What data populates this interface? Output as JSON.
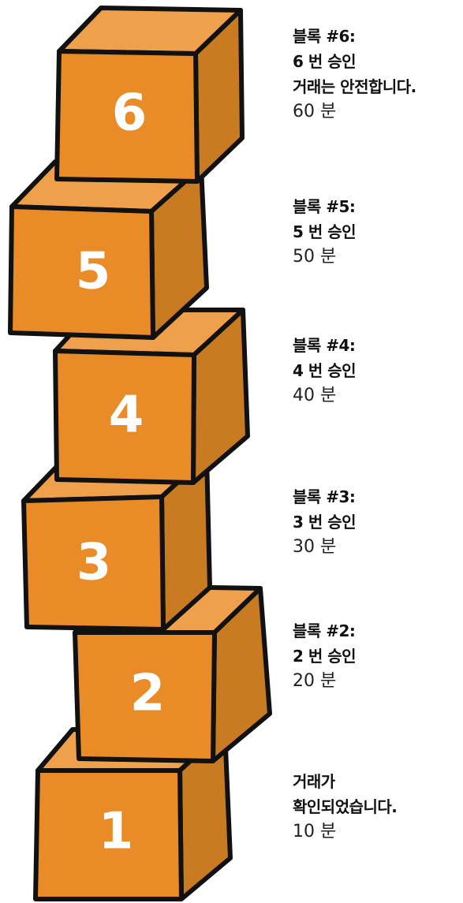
{
  "colors": {
    "front_face": "#E98B26",
    "top_face": "#EFA04A",
    "side_face": "#C97B22",
    "outline": "#111111",
    "number_text": "#FFFFFF"
  },
  "blocks": [
    {
      "number": "1"
    },
    {
      "number": "2"
    },
    {
      "number": "3"
    },
    {
      "number": "4"
    },
    {
      "number": "5"
    },
    {
      "number": "6"
    }
  ],
  "captions": [
    {
      "lines": [
        "블록 #6:",
        "6 번 승인",
        "거래는 안전합니다."
      ],
      "time": "60 분"
    },
    {
      "lines": [
        "블록 #5:",
        "5 번 승인"
      ],
      "time": "50 분"
    },
    {
      "lines": [
        "블록 #4:",
        "4 번 승인"
      ],
      "time": "40 분"
    },
    {
      "lines": [
        "블록 #3:",
        "3 번 승인"
      ],
      "time": "30 분"
    },
    {
      "lines": [
        "블록 #2:",
        "2 번 승인"
      ],
      "time": "20 분"
    },
    {
      "lines": [
        "거래가",
        "확인되었습니다."
      ],
      "time": "10 분"
    }
  ]
}
